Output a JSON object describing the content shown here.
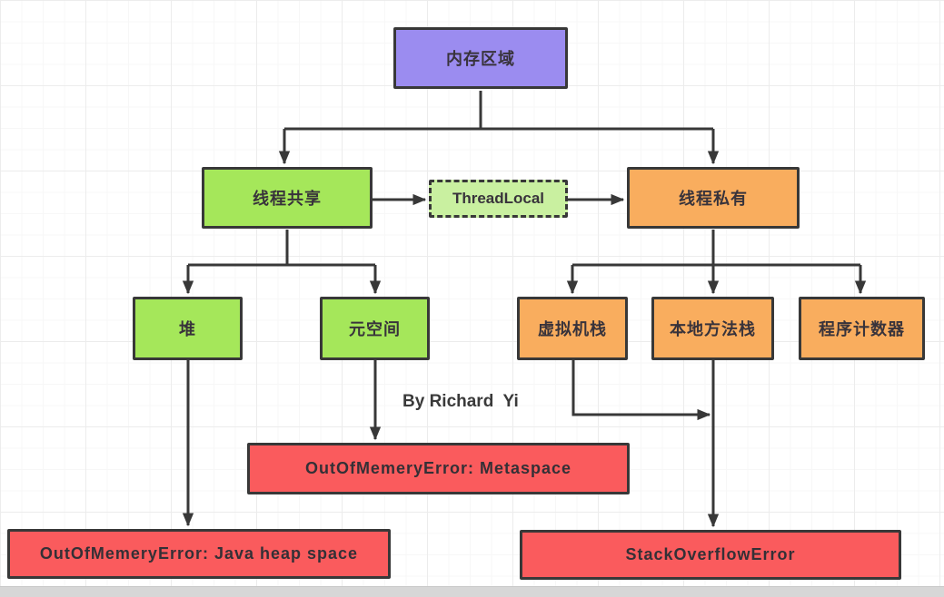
{
  "diagram": {
    "nodes": {
      "memory_area": {
        "label": "内存区域",
        "fill": "#9b8cf0"
      },
      "thread_shared": {
        "label": "线程共享",
        "fill": "#a5e75a"
      },
      "thread_local": {
        "label": "ThreadLocal",
        "fill": "#c9f0a0"
      },
      "thread_private": {
        "label": "线程私有",
        "fill": "#f9ad5e"
      },
      "heap": {
        "label": "堆",
        "fill": "#a5e75a"
      },
      "metaspace": {
        "label": "元空间",
        "fill": "#a5e75a"
      },
      "vm_stack": {
        "label": "虚拟机栈",
        "fill": "#f9ad5e"
      },
      "native_method_stack": {
        "label": "本地方法栈",
        "fill": "#f9ad5e"
      },
      "program_counter": {
        "label": "程序计数器",
        "fill": "#f9ad5e"
      },
      "oom_metaspace": {
        "label": "OutOfMemeryError: Metaspace",
        "fill": "#fa5b5d"
      },
      "oom_heap": {
        "label": "OutOfMemeryError: Java heap space",
        "fill": "#fa5b5d"
      },
      "stack_overflow": {
        "label": "StackOverflowError",
        "fill": "#fa5b5d"
      }
    },
    "edges": [
      {
        "from": "内存区域",
        "to": "线程共享"
      },
      {
        "from": "内存区域",
        "to": "线程私有"
      },
      {
        "from": "线程共享",
        "to": "ThreadLocal"
      },
      {
        "from": "ThreadLocal",
        "to": "线程私有"
      },
      {
        "from": "线程共享",
        "to": "堆"
      },
      {
        "from": "线程共享",
        "to": "元空间"
      },
      {
        "from": "线程私有",
        "to": "虚拟机栈"
      },
      {
        "from": "线程私有",
        "to": "本地方法栈"
      },
      {
        "from": "线程私有",
        "to": "程序计数器"
      },
      {
        "from": "元空间",
        "to": "OutOfMemeryError: Metaspace"
      },
      {
        "from": "堆",
        "to": "OutOfMemeryError: Java heap space"
      },
      {
        "from": "虚拟机栈",
        "to": "StackOverflowError"
      },
      {
        "from": "本地方法栈",
        "to": "StackOverflowError"
      }
    ],
    "signature": "By Richard  Yi",
    "colors": {
      "line": "#383838",
      "grid": "#ececec",
      "node_purple": "#9b8cf0",
      "node_green": "#a5e75a",
      "node_lightgreen": "#c9f0a0",
      "node_orange": "#f9ad5e",
      "node_red": "#fa5b5d"
    }
  }
}
